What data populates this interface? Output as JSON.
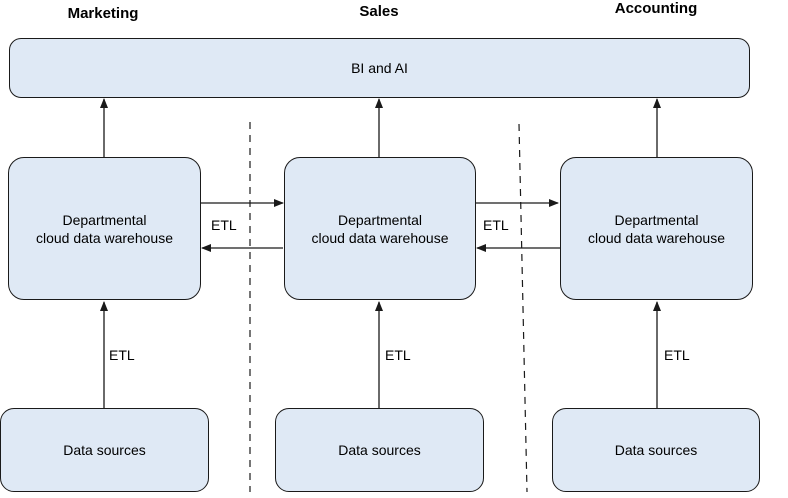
{
  "departments": {
    "marketing": "Marketing",
    "sales": "Sales",
    "accounting": "Accounting"
  },
  "bi": {
    "label": "BI and AI"
  },
  "warehouse": {
    "line1": "Departmental",
    "line2": "cloud data warehouse"
  },
  "sources": {
    "label": "Data sources"
  },
  "edge_label": "ETL",
  "colors": {
    "box_fill": "#dfe9f5",
    "stroke": "#1a1a1a"
  }
}
